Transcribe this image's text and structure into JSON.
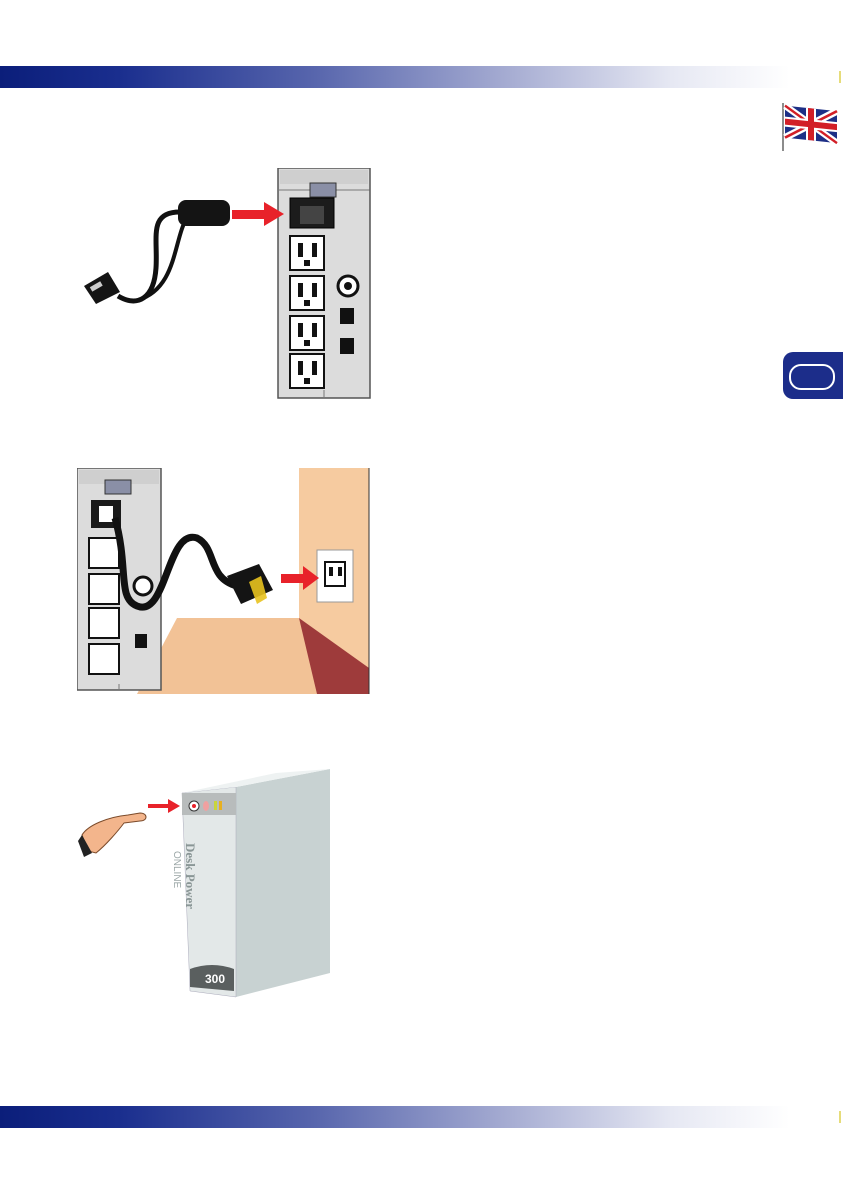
{
  "colors": {
    "band_dark": "#0b1e7a",
    "tab_blue": "#1c2d8a",
    "arrow_red": "#e8222a",
    "wall": "#f6cba0",
    "wall_base": "#9e3b3b",
    "ups_body": "#d9e0e0"
  },
  "figures": {
    "fig1": {
      "step": "connect-power-cord-to-ups"
    },
    "fig2": {
      "step": "plug-into-wall-outlet"
    },
    "fig3": {
      "step": "press-power-button",
      "ups_label_1": "Desk Power",
      "ups_label_2": "ONLINE",
      "ups_model": "300"
    }
  },
  "icons": {
    "flag": "uk-flag-icon",
    "tab": "language-tab-icon"
  }
}
